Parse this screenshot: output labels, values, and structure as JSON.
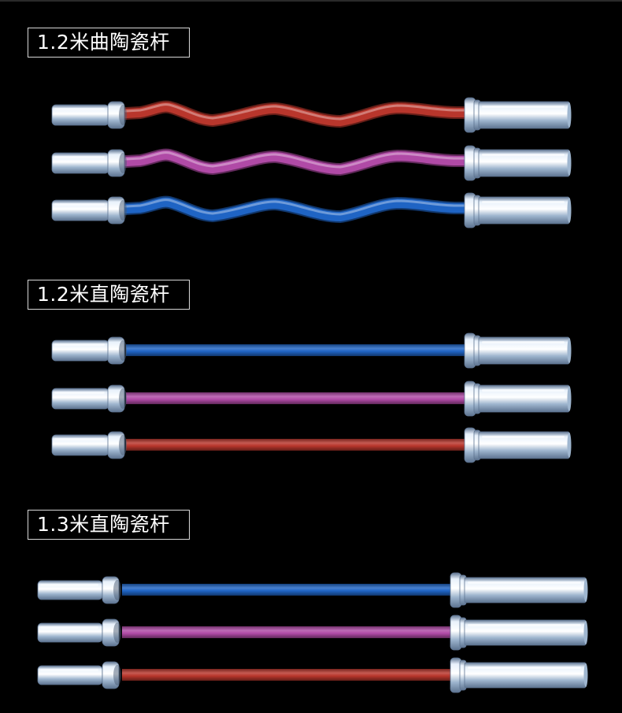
{
  "sections": [
    {
      "label": "1.2米曲陶瓷杆",
      "bars": [
        {
          "color_name": "red",
          "color": "#b8362c",
          "shape": "curved"
        },
        {
          "color_name": "purple",
          "color": "#b04aa6",
          "shape": "curved"
        },
        {
          "color_name": "blue",
          "color": "#1f64c4",
          "shape": "curved"
        }
      ]
    },
    {
      "label": "1.2米直陶瓷杆",
      "bars": [
        {
          "color_name": "blue",
          "color": "#1f64c4",
          "shape": "straight"
        },
        {
          "color_name": "purple",
          "color": "#b04aa6",
          "shape": "straight"
        },
        {
          "color_name": "red",
          "color": "#b8362c",
          "shape": "straight"
        }
      ]
    },
    {
      "label": "1.3米直陶瓷杆",
      "bars": [
        {
          "color_name": "blue",
          "color": "#1f64c4",
          "shape": "straight"
        },
        {
          "color_name": "purple",
          "color": "#b04aa6",
          "shape": "straight"
        },
        {
          "color_name": "red",
          "color": "#b8362c",
          "shape": "straight"
        }
      ]
    }
  ],
  "colors": {
    "background": "#000000",
    "label_border": "#d8d8d8",
    "label_text": "#ffffff",
    "chrome_light": "#e8f1fb",
    "chrome_mid": "#9fb6cf",
    "chrome_dark": "#5d7390"
  }
}
